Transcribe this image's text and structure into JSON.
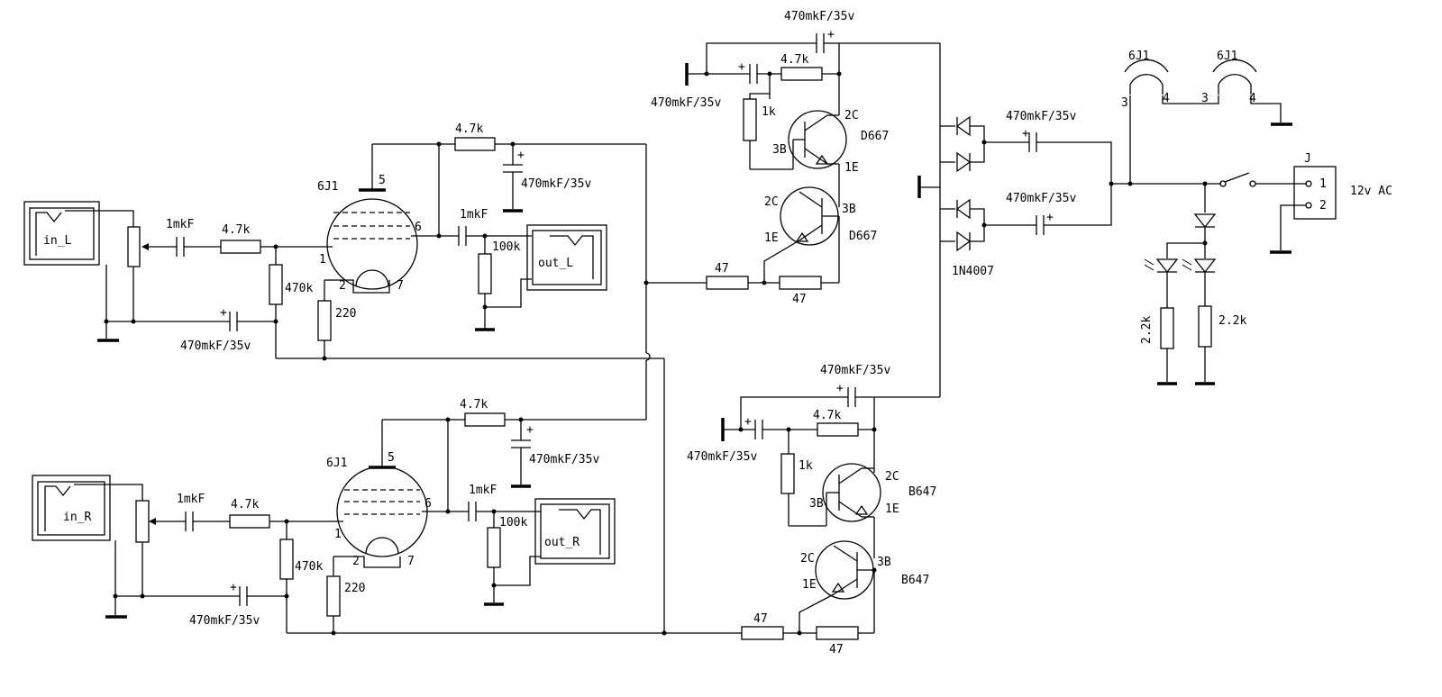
{
  "labels": {
    "cap470": "470mkF/35v",
    "cap1": "1mkF",
    "r4k7": "4.7k",
    "r1k": "1k",
    "r100k": "100k",
    "r470k": "470k",
    "r220": "220",
    "r47": "47",
    "r2k2": "2.2k",
    "tube": "6J1",
    "in_l": "in_L",
    "in_r": "in_R",
    "out_l": "out_L",
    "out_r": "out_R",
    "d667": "D667",
    "b647": "B647",
    "diode": "1N4007",
    "pin1": "1",
    "pin2": "2",
    "pin3": "3",
    "pin4": "4",
    "pin5": "5",
    "pin6": "6",
    "pin7": "7",
    "q2c": "2C",
    "q1e": "1E",
    "q3b": "3B",
    "conn_j": "J",
    "ac": "12v AC",
    "plus": "+"
  }
}
